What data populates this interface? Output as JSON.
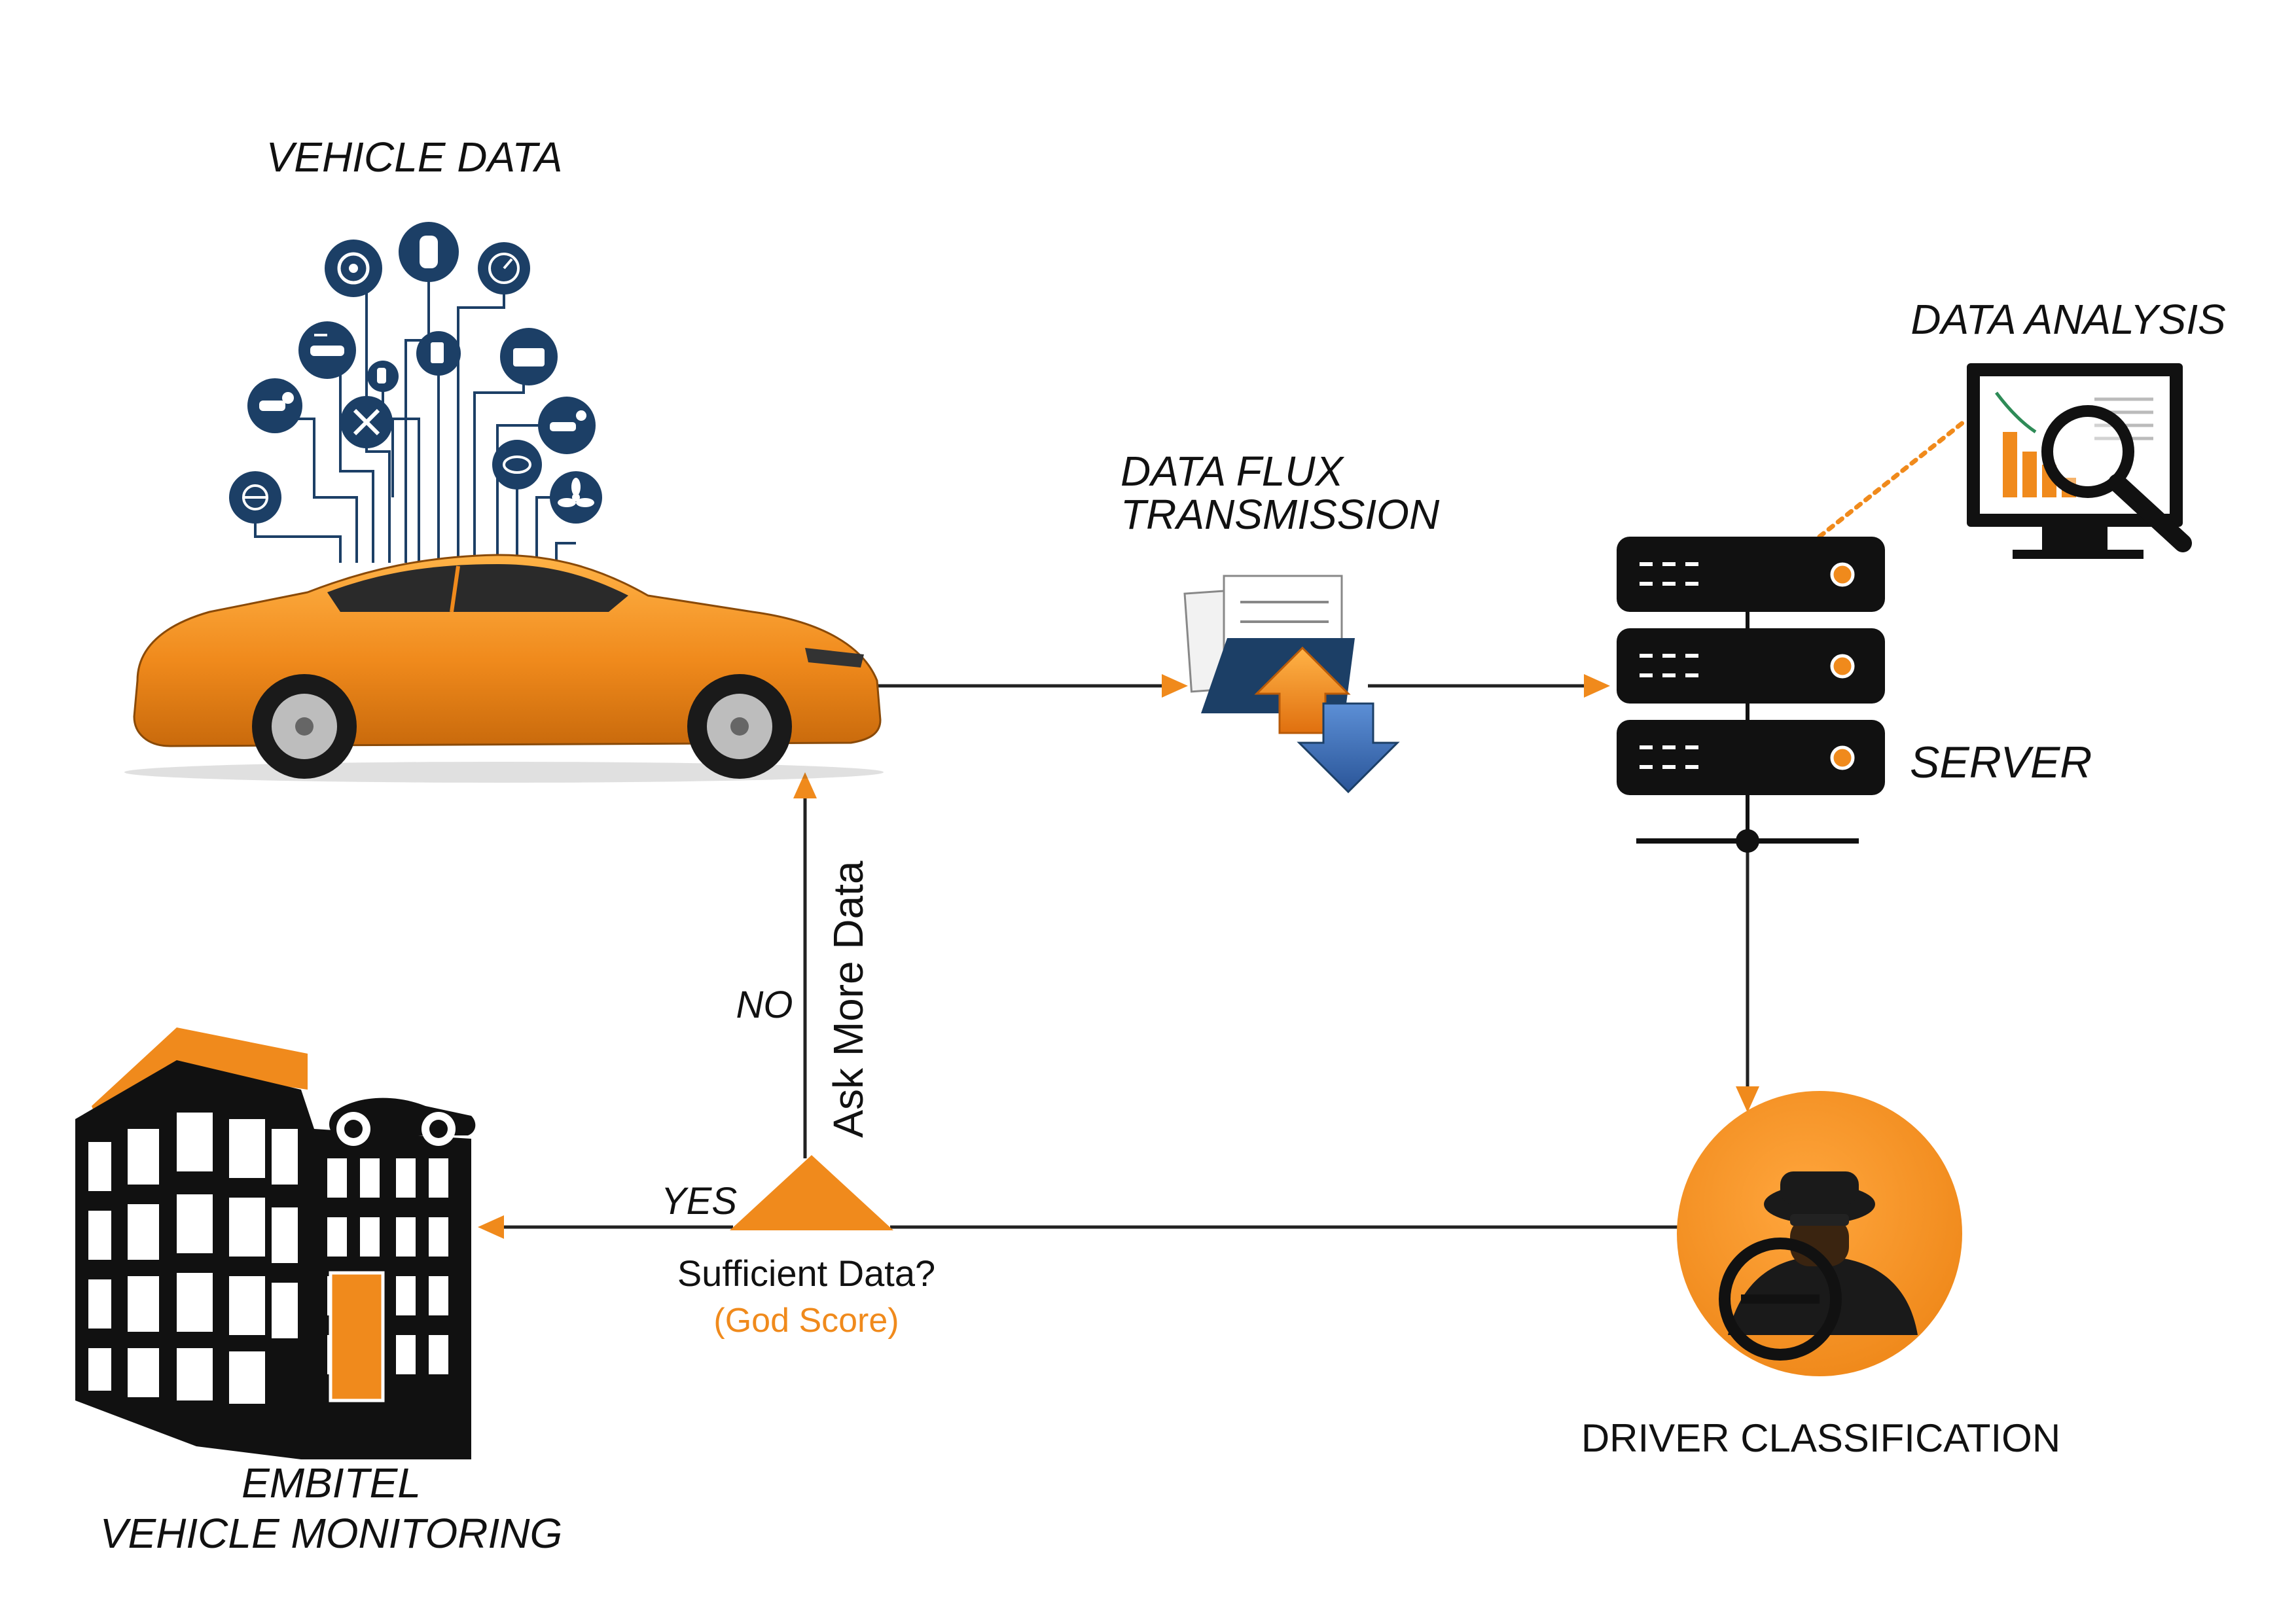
{
  "labels": {
    "vehicle_data": "VEHICLE DATA",
    "data_flux_line1": "DATA FLUX",
    "data_flux_line2": "TRANSMISSION",
    "data_analysis": "DATA ANALYSIS",
    "server": "SERVER",
    "driver_classification": "DRIVER CLASSIFICATION",
    "sufficient_data": "Sufficient Data?",
    "god_score": "(God Score)",
    "ask_more_data": "Ask More Data",
    "no": "NO",
    "yes": "YES",
    "embitel_line1": "EMBITEL",
    "embitel_line2": "VEHICLE MONITORING"
  },
  "colors": {
    "accent_orange": "#F08A1C",
    "navy": "#1C3F66",
    "dark": "#111111",
    "line": "#222222",
    "dotted": "#F08A1C"
  },
  "icons": {
    "vehicle_sensor_icons": [
      "steering-wheel-icon",
      "car-top-view-icon",
      "speedometer-icon",
      "tyre-icon",
      "ev-charging-icon",
      "fuel-pump-icon",
      "battery-icon",
      "car-check-icon",
      "wrench-icon",
      "seat-icon",
      "mechanic-icon",
      "mirror-icon",
      "fan-icon",
      "road-icon"
    ],
    "flux": "document-upload-download-icon",
    "server": "server-rack-icon",
    "analysis": "monitor-magnifier-chart-icon",
    "driver": "chauffeur-driver-icon",
    "building": "office-building-icon"
  }
}
